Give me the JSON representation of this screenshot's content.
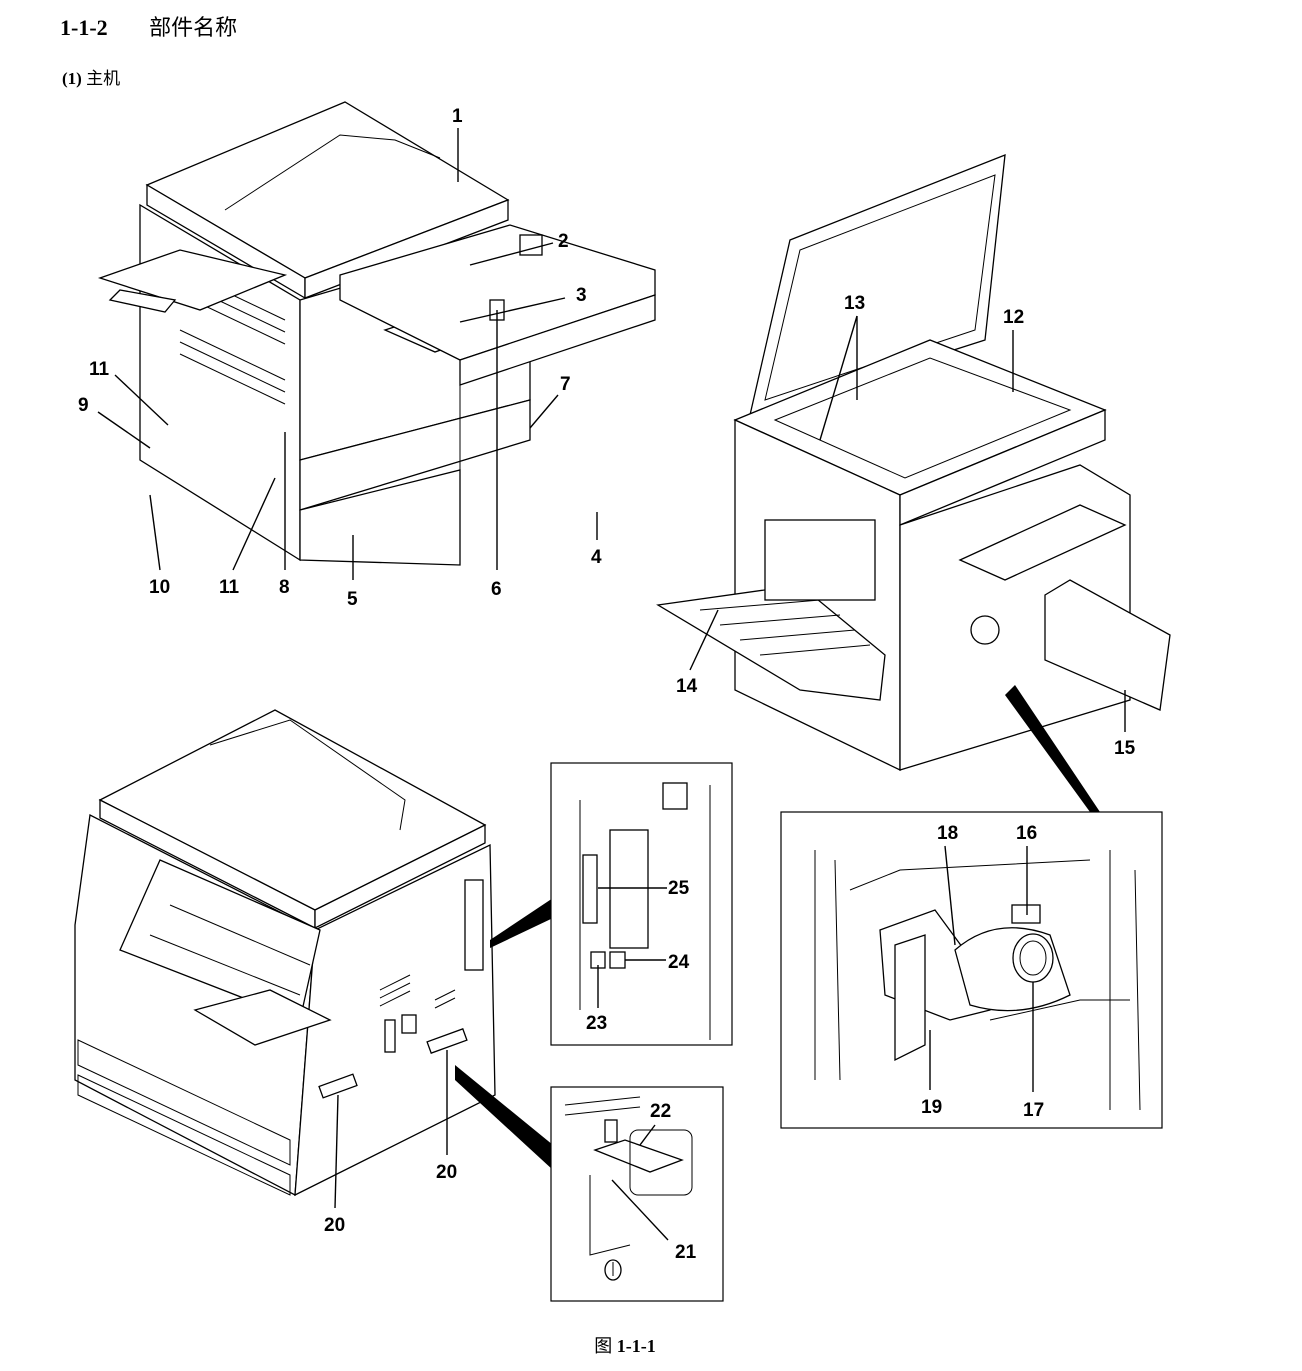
{
  "section": {
    "number": "1-1-2",
    "title": "部件名称"
  },
  "subsection": {
    "number": "(1)",
    "title": "主机"
  },
  "caption": {
    "prefix": "图",
    "number": "1-1-1"
  },
  "callouts": [
    "1",
    "2",
    "3",
    "4",
    "5",
    "6",
    "7",
    "8",
    "9",
    "10",
    "11",
    "11",
    "12",
    "13",
    "14",
    "15",
    "16",
    "17",
    "18",
    "19",
    "20",
    "20",
    "21",
    "22",
    "23",
    "24",
    "25"
  ]
}
